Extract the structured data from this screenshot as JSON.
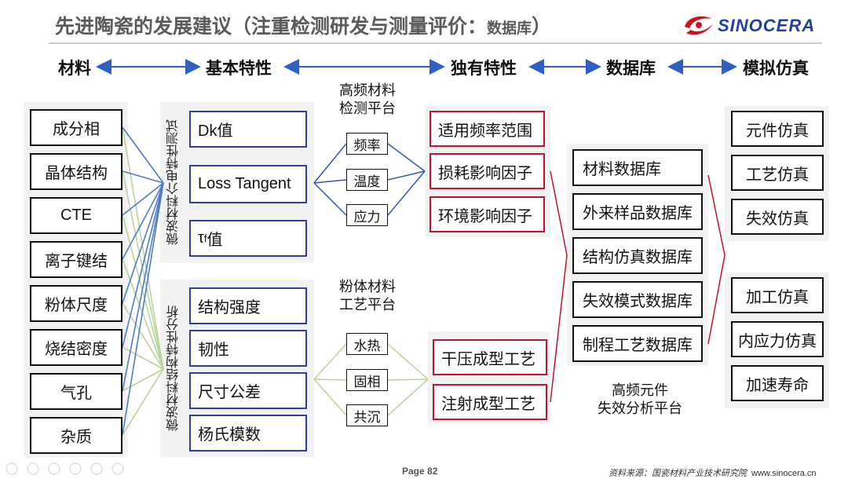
{
  "title": {
    "main": "先进陶瓷的发展建议（注重检测研发与测量评价：",
    "small": "数据库",
    "end": "）"
  },
  "logo": {
    "text": "SINOCERA"
  },
  "headers": [
    "材料",
    "基本特性",
    "独有特性",
    "数据库",
    "模拟仿真"
  ],
  "materials": [
    "成分相",
    "晶体结构",
    "CTE",
    "离子键结",
    "粉体尺度",
    "烧结密度",
    "气孔",
    "杂质"
  ],
  "dielectric": {
    "vlabel": "微波材料介电特性测试",
    "items": [
      "Dk值",
      "Loss Tangent",
      "τf值"
    ]
  },
  "structural": {
    "vlabel": "微波材料结构特性分析",
    "items": [
      "结构强度",
      "韧性",
      "尺寸公差",
      "杨氏模数"
    ]
  },
  "hf_platform": {
    "label_line1": "高频材料",
    "label_line2": "检测平台",
    "items": [
      "频率",
      "温度",
      "应力"
    ]
  },
  "powder_platform": {
    "label_line1": "粉体材料",
    "label_line2": "工艺平台",
    "items": [
      "水热",
      "固相",
      "共沉"
    ]
  },
  "unique_top": [
    "适用频率范围",
    "损耗影响因子",
    "环境影响因子"
  ],
  "unique_bottom": [
    "干压成型工艺",
    "注射成型工艺"
  ],
  "databases": [
    "材料数据库",
    "外来样品数据库",
    "结构仿真数据库",
    "失效模式数据库",
    "制程工艺数据库"
  ],
  "failure_platform": {
    "label_line1": "高频元件",
    "label_line2": "失效分析平台"
  },
  "sim_top": [
    "元件仿真",
    "工艺仿真",
    "失效仿真"
  ],
  "sim_bottom": [
    "加工仿真",
    "内应力仿真",
    "加速寿命"
  ],
  "footer": {
    "page": "Page 82",
    "source": "资料来源：国瓷材料产业技术研究院",
    "url": "www.sinocera.cn"
  },
  "colors": {
    "blue_line": "#4a7cc9",
    "green_line": "#b9d39a",
    "red": "#c8102e",
    "box_blue": "#2e3f9c",
    "arrow_blue": "#2f5fbf"
  }
}
